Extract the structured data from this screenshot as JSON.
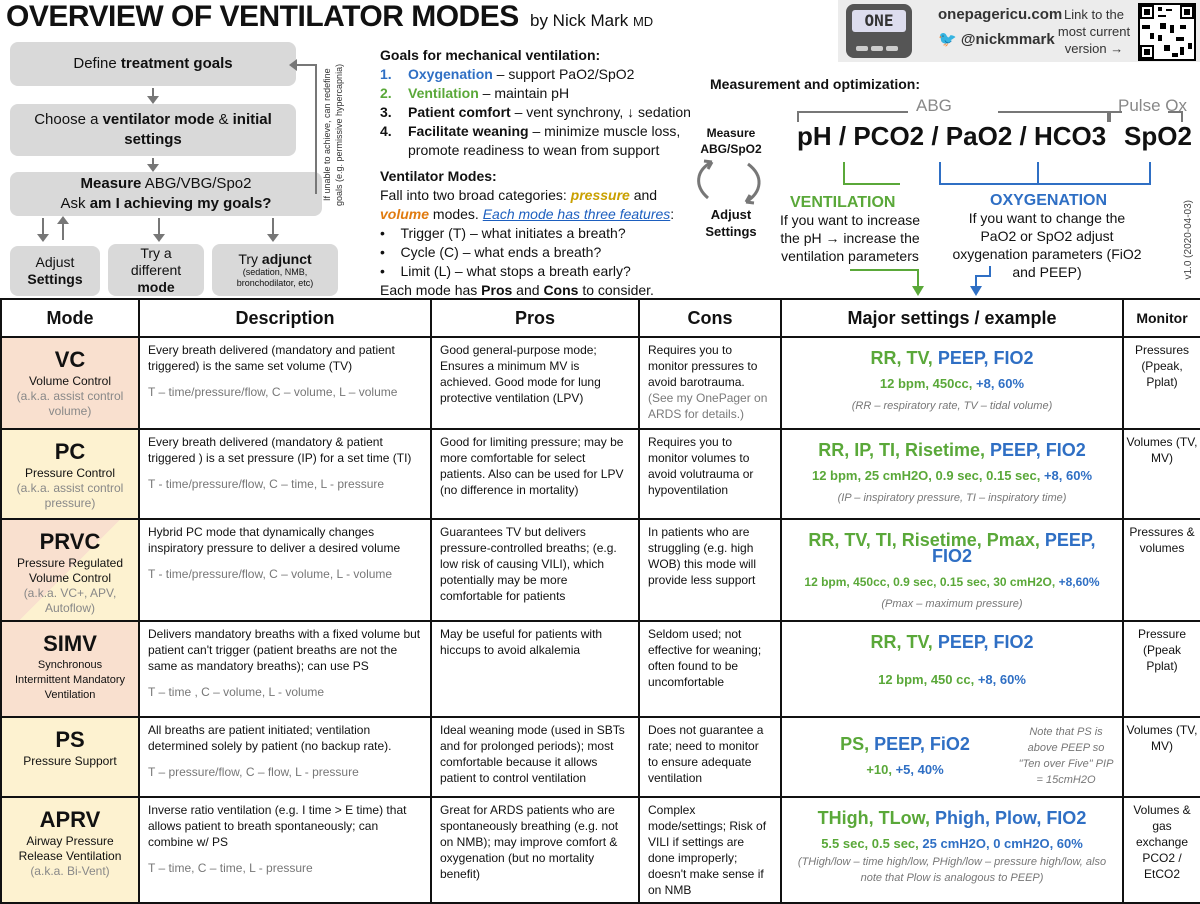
{
  "header": {
    "title": "OVERVIEW OF VENTILATOR MODES",
    "byline_name": "by Nick Mark",
    "byline_suffix": "MD",
    "logo": "ONE",
    "site": "onepagericu.com",
    "twitter": "@nickmmark",
    "link_text": "Link to the most current version →"
  },
  "flow": {
    "box1_a": "Define ",
    "box1_b": "treatment goals",
    "box2_a": "Choose a ",
    "box2_b": "ventilator mode",
    "box2_c": " & ",
    "box2_d": "initial settings",
    "box3_a": "Measure",
    "box3_b": " ABG/VBG/Spo2",
    "box3_c": "Ask ",
    "box3_d": "am I achieving my goals?",
    "opt1_a": "Adjust",
    "opt1_b": "Settings",
    "opt2_a": "Try a different",
    "opt2_b": "mode",
    "opt3_a": "Try ",
    "opt3_b": "adjunct",
    "opt3_c": "(sedation, NMB, bronchodilator, etc)",
    "side_note1": "If unable to achieve, can redefine",
    "side_note2": "goals (e.g. permissive hypercapnia)"
  },
  "goals": {
    "heading": "Goals for mechanical ventilation:",
    "items": [
      {
        "num": "1.",
        "name": "Oxygenation",
        "desc": " – support PaO2/SpO2"
      },
      {
        "num": "2.",
        "name": "Ventilation",
        "desc": " – maintain pH"
      },
      {
        "num": "3.",
        "name": "Patient comfort",
        "desc": " – vent synchrony, ↓ sedation"
      },
      {
        "num": "4.",
        "name": "Facilitate weaning",
        "desc": " – minimize muscle loss, promote readiness to wean from support"
      }
    ]
  },
  "modes_intro": {
    "heading": "Ventilator Modes:",
    "l1a": "Fall into two broad categories: ",
    "pressure": "pressure",
    "l1b": " and",
    "volume": "volume",
    "l2a": " modes. ",
    "features": "Each mode has three features",
    "l2b": ":",
    "bullets": [
      "Trigger (T) – what initiates a breath?",
      "Cycle (C) – what ends a breath?",
      "Limit (L) – what stops a breath early?"
    ],
    "last_a": "Each mode has ",
    "pros": "Pros",
    "last_b": " and ",
    "cons": "Cons",
    "last_c": " to consider."
  },
  "measurement": {
    "title": "Measurement and optimization:",
    "abg_label": "ABG",
    "pox_label": "Pulse Ox",
    "abg_values": "pH / PCO2 / PaO2 / HCO3",
    "spo2": "SpO2",
    "measure": "Measure ABG/SpO2",
    "adjust": "Adjust Settings",
    "ventilation_head": "VENTILATION",
    "ventilation_text": "If you want to increase the pH → increase the ventilation parameters",
    "oxygenation_head": "OXYGENATION",
    "oxygenation_text": "If you want to change the PaO2 or SpO2 adjust oxygenation parameters (FiO2 and PEEP)",
    "version": "v1.0 (2020-04-03)"
  },
  "table": {
    "headers": [
      "Mode",
      "Description",
      "Pros",
      "Cons",
      "Major settings / example",
      "Monitor"
    ],
    "rows": [
      {
        "abbr": "VC",
        "full": "Volume Control",
        "aka": "(a.k.a. assist control volume)",
        "desc": "Every breath delivered (mandatory and patient triggered) is the same set volume (TV)",
        "tcl": "T – time/pressure/flow, C – volume, L – volume",
        "pros": "Good general-purpose mode; Ensures a minimum MV is achieved. Good mode for lung protective ventilation (LPV)",
        "cons": "Requires you to monitor pressures to avoid barotrauma.",
        "cons_note": "(See my OnePager on ARDS for details.)",
        "settings_green": "RR, TV, ",
        "settings_blue": "PEEP, FIO2",
        "ex_green": "12 bpm, 450cc, ",
        "ex_blue": "+8, 60%",
        "note": "(RR – respiratory rate, TV – tidal volume)",
        "monitor": "Pressures (Ppeak, Pplat)",
        "color": "#f9e0cf"
      },
      {
        "abbr": "PC",
        "full": "Pressure Control",
        "aka": "(a.k.a. assist control pressure)",
        "desc": "Every breath delivered (mandatory & patient triggered ) is a set pressure (IP) for a set time (TI)",
        "tcl": "T - time/pressure/flow, C – time, L - pressure",
        "pros": "Good for limiting pressure; may be more comfortable for select patients. Also can be used for LPV (no difference in mortality)",
        "cons": "Requires you to monitor volumes to avoid volutrauma or hypoventilation",
        "cons_note": "",
        "settings_green": "RR, IP, TI, Risetime, ",
        "settings_blue": "PEEP, FIO2",
        "ex_green": "12 bpm, 25 cmH2O, 0.9 sec, 0.15 sec, ",
        "ex_blue": "+8, 60%",
        "note": "(IP – inspiratory pressure, TI – inspiratory time)",
        "monitor": "Volumes (TV, MV)",
        "color": "#fdf2d0"
      },
      {
        "abbr": "PRVC",
        "full": "Pressure Regulated Volume Control",
        "aka": "(a.k.a. VC+, APV, Autoflow)",
        "desc": "Hybrid PC mode that dynamically changes inspiratory pressure to deliver a desired volume",
        "tcl": "T - time/pressure/flow, C – volume, L - volume",
        "pros": "Guarantees TV but delivers pressure-controlled breaths; (e.g. low risk of causing VILI), which potentially may be more comfortable for patients",
        "cons": "In patients who are struggling (e.g. high WOB) this mode will provide less support",
        "cons_note": "",
        "settings_green": "RR, TV, TI, Risetime, Pmax, ",
        "settings_blue": "PEEP, FIO2",
        "ex_green": "12 bpm, 450cc, 0.9 sec, 0.15 sec, 30 cmH2O, ",
        "ex_blue": "+8,60%",
        "note": "(Pmax – maximum pressure)",
        "monitor": "Pressures & volumes",
        "color": "#fbe7d2"
      },
      {
        "abbr": "SIMV",
        "full": "Synchronous Intermittent Mandatory Ventilation",
        "aka": "",
        "desc": "Delivers mandatory breaths with a fixed volume but patient can't trigger (patient breaths are not the same as mandatory breaths); can use PS",
        "tcl": "T – time , C – volume, L - volume",
        "pros": "May be useful for patients with hiccups to avoid alkalemia",
        "cons": "Seldom used; not effective for weaning; often found to be uncomfortable",
        "cons_note": "",
        "settings_green": "RR, TV, ",
        "settings_blue": "PEEP, FIO2",
        "ex_green": "12 bpm, 450 cc, ",
        "ex_blue": "+8, 60%",
        "note": "",
        "monitor": "Pressure (Ppeak Pplat)",
        "color": "#f9e0cf"
      },
      {
        "abbr": "PS",
        "full": "Pressure Support",
        "aka": "",
        "desc": "All breaths are patient initiated; ventilation determined solely by patient (no backup rate).",
        "tcl": "T – pressure/flow, C – flow, L - pressure",
        "pros": "Ideal weaning mode (used in SBTs and for prolonged periods); most comfortable because it allows patient to control ventilation",
        "cons": "Does not guarantee a rate; need to monitor to ensure adequate ventilation",
        "cons_note": "",
        "settings_green": "PS, ",
        "settings_blue": "PEEP, FiO2",
        "ex_green": "+10, ",
        "ex_blue": "+5, 40%",
        "note": "Note that PS is above PEEP so \"Ten over Five\" PIP = 15cmH2O",
        "monitor": "Volumes (TV, MV)",
        "color": "#fdf2d0"
      },
      {
        "abbr": "APRV",
        "full": "Airway Pressure Release Ventilation",
        "aka": "(a.k.a. Bi-Vent)",
        "desc": "Inverse ratio ventilation (e.g. I time > E time) that allows patient to breath spontaneously; can combine w/ PS",
        "tcl": "T – time, C – time, L -  pressure",
        "pros": "Great for ARDS patients who are spontaneously breathing (e.g. not on NMB); may improve comfort & oxygenation (but no mortality benefit)",
        "cons": "Complex mode/settings; Risk of VILI if settings are done improperly; doesn't make sense if on NMB",
        "cons_note": "",
        "settings_green": "THigh, TLow, ",
        "settings_blue": "Phigh, Plow, FIO2",
        "ex_green": "5.5 sec, 0.5 sec, ",
        "ex_blue": "25 cmH2O, 0 cmH2O, 60%",
        "note": "(THigh/low – time high/low, PHigh/low – pressure high/low, also note that Plow is analogous to PEEP)",
        "monitor": "Volumes & gas exchange PCO2 / EtCO2",
        "color": "#fdf2d0"
      }
    ]
  }
}
